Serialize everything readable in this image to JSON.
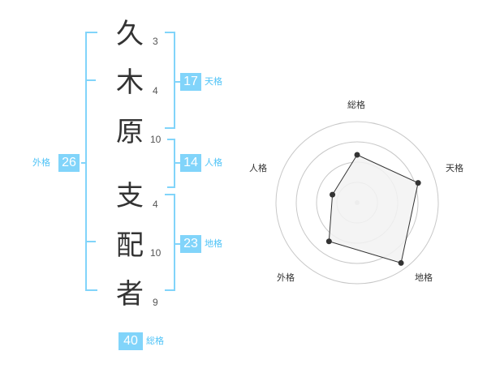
{
  "name_chars": [
    {
      "char": "久",
      "strokes": "3"
    },
    {
      "char": "木",
      "strokes": "4"
    },
    {
      "char": "原",
      "strokes": "10"
    },
    {
      "char": "支",
      "strokes": "4"
    },
    {
      "char": "配",
      "strokes": "10"
    },
    {
      "char": "者",
      "strokes": "9"
    }
  ],
  "kaku": {
    "tenkaku": {
      "value": "17",
      "label": "天格"
    },
    "jinkaku": {
      "value": "14",
      "label": "人格"
    },
    "chikaku": {
      "value": "23",
      "label": "地格"
    },
    "gaikaku": {
      "value": "26",
      "label": "外格"
    },
    "soukaku": {
      "value": "40",
      "label": "総格"
    }
  },
  "radar": {
    "axes": [
      "総格",
      "天格",
      "地格",
      "外格",
      "人格"
    ],
    "values": [
      0.59,
      0.79,
      0.92,
      0.59,
      0.32
    ],
    "rings": 4,
    "fill_color": "#f2f2f2",
    "line_color": "#333333",
    "grid_color": "#c8c8c8"
  },
  "colors": {
    "accent": "#4fc3f7",
    "badge": "#81d4fa",
    "text": "#333333"
  }
}
